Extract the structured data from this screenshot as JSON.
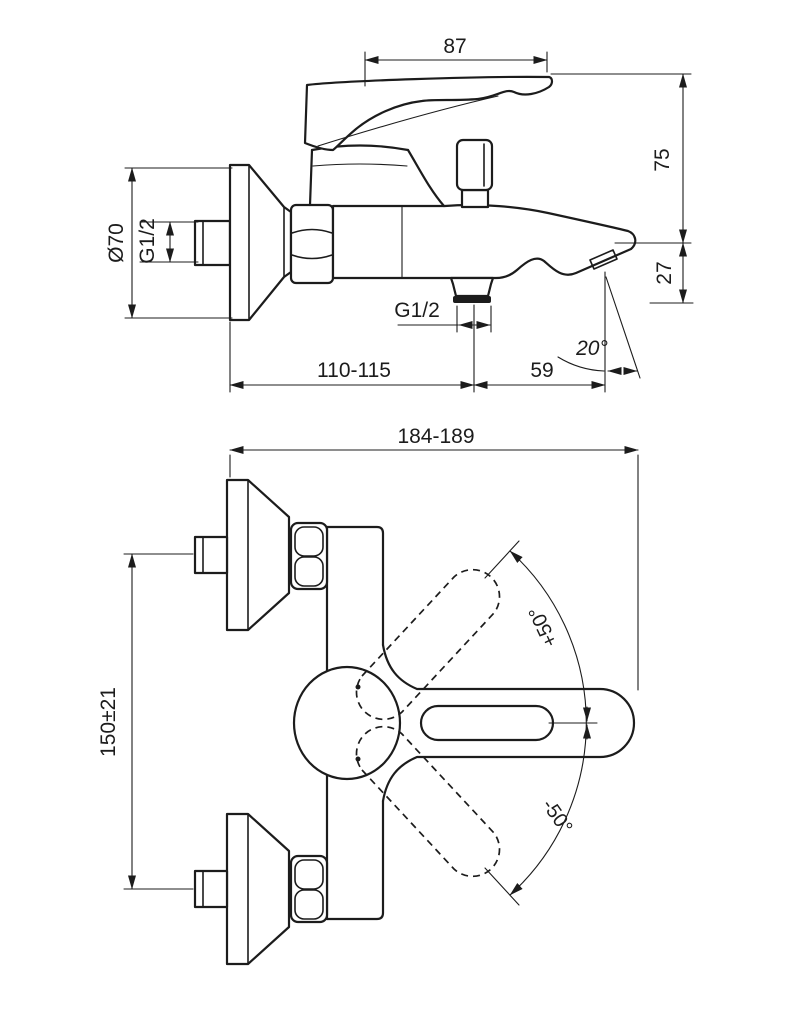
{
  "drawing": {
    "ink_color": "#1c1c1c",
    "background_color": "#ffffff"
  },
  "side_view": {
    "dim_handle_length": "87",
    "dim_height_above_spout": "75",
    "dim_spout_drop": "27",
    "dim_escutcheon_diameter": "Ø70",
    "dim_wall_thread": "G1/2",
    "dim_outlet_thread": "G1/2",
    "dim_wall_to_outlet": "110-115",
    "dim_outlet_to_tip": "59",
    "dim_spray_angle": "20°"
  },
  "plan_view": {
    "dim_overall_depth": "184-189",
    "dim_connection_spacing": "150±21",
    "dim_swivel_plus": "+50°",
    "dim_swivel_minus": "-50°"
  }
}
